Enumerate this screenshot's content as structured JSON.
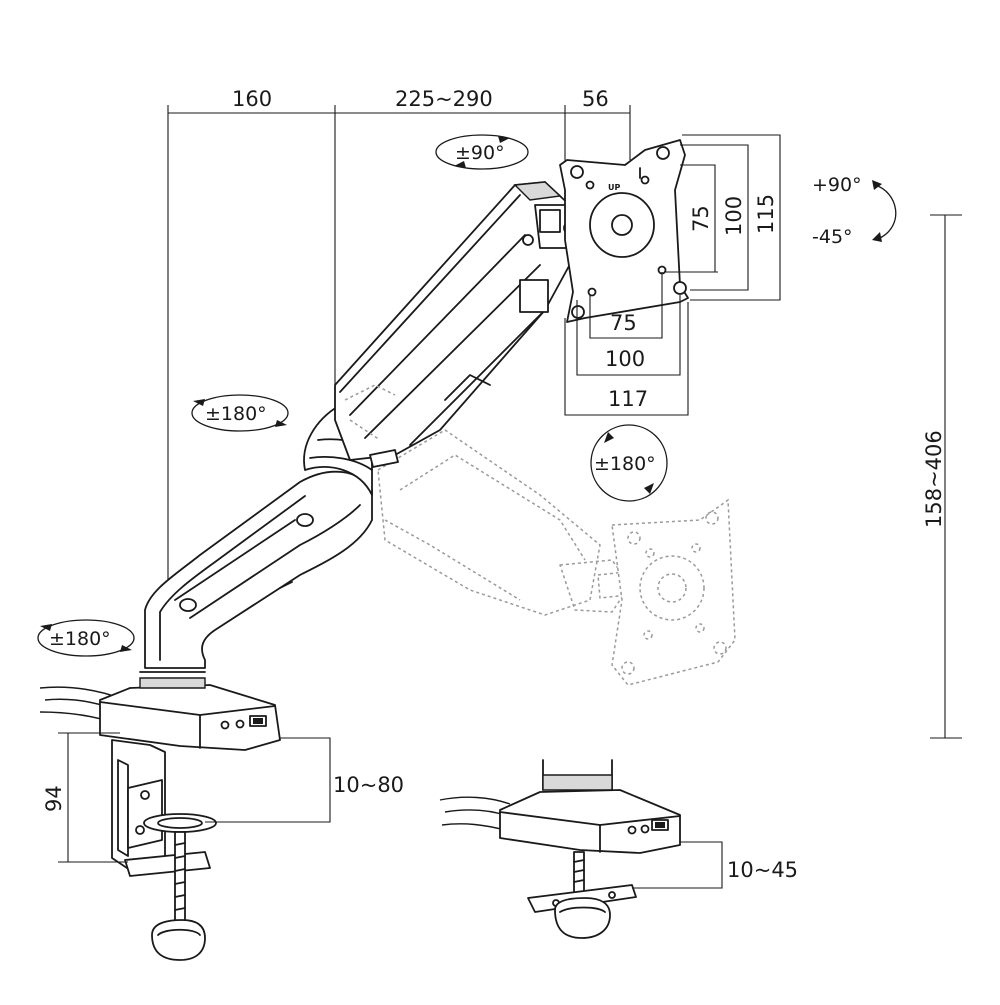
{
  "dimensions": {
    "arm_lower_length": "160",
    "arm_upper_length": "225~290",
    "tilt_offset": "56",
    "vesa_small": "75",
    "vesa_large": "100",
    "plate_height": "115",
    "plate_width": "117",
    "height_range": "158~406",
    "clamp_height": "94",
    "clamp_range": "10~80",
    "grommet_range": "10~45"
  },
  "rotations": {
    "head_swivel": "±90°",
    "tilt_up": "+90°",
    "tilt_down": "-45°",
    "elbow": "±180°",
    "base": "±180°",
    "plate_rotate": "±180°"
  },
  "markings": {
    "plate_up": "UP"
  }
}
